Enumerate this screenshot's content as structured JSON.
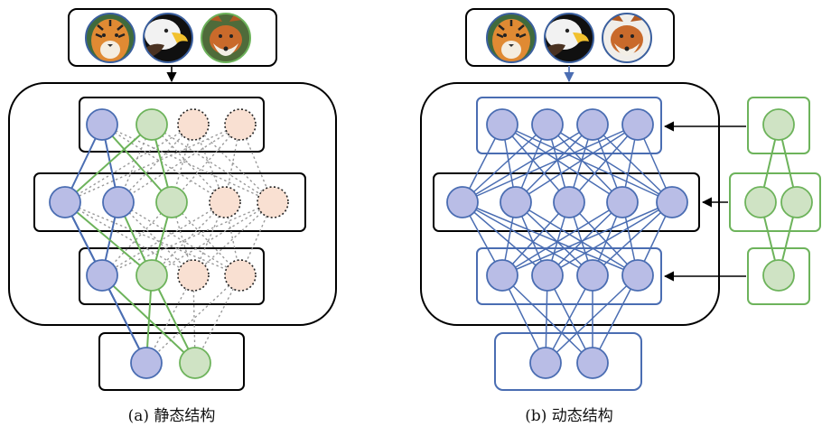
{
  "captions": {
    "static": "(a) 静态结构",
    "dynamic": "(b) 动态结构"
  },
  "images": [
    "tiger",
    "eagle",
    "fox"
  ],
  "colors": {
    "blue_node": "#b9bde6",
    "blue_stroke": "#4a6db2",
    "green_node": "#cfe3c4",
    "green_stroke": "#6db35b",
    "pink_node": "#f9e0d2",
    "dotted_edge": "#9a9a9a",
    "box_stroke": "#000000"
  }
}
